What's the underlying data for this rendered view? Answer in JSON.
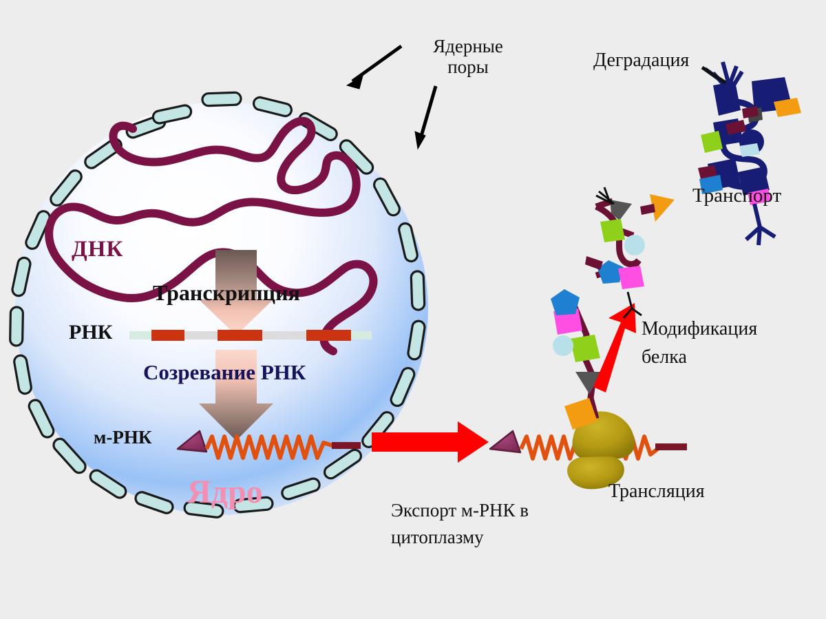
{
  "figure": {
    "title_semantic": "gene-expression-pathway",
    "background_color": "#ededed"
  },
  "nucleus": {
    "label": "Ядро",
    "label_color": "#f48fb1",
    "fill_center": "#ffffff",
    "fill_edge": "#7fb2f7",
    "pore_count": 28,
    "pore_fill": "#c3e5e3",
    "pore_stroke": "#1a1a1a"
  },
  "labels": {
    "nuclear_pores": "Ядерные\nпоры",
    "dna": "ДНК",
    "transcription": "Транскрипция",
    "rna": "РНК",
    "rna_maturation": "Созревание РНК",
    "mrna": "м-РНК",
    "nucleus": "Ядро",
    "mrna_export": "Экспорт м-РНК в\nцитоплазму",
    "degradation": "Деградация",
    "transport": "Транспорт",
    "protein_modification": "Модификация\nбелка",
    "translation": "Трансляция"
  },
  "colors": {
    "dna_strand": "#7a1246",
    "exon": "#cc3311",
    "intron": "#dcdcdc",
    "utr": "#d6ece0",
    "mrna_zigzag": "#e0500f",
    "mrna_cap": "#8e3163",
    "mrna_tail": "#7a1628",
    "ribosome": "#b49a14",
    "ribosome_dark": "#8f7c0a",
    "export_arrow": "#ff0000",
    "modification_arrow": "#ff0000",
    "arrow_grad_top": "#6d5a55",
    "arrow_grad_bottom": "#f7c9bc",
    "protein_backbone": "#6b1234",
    "protein_navy": "#171c75",
    "maturation_text": "#14135c",
    "pore_stroke": "#1a1a1a"
  },
  "rna_strand": {
    "name": "pre-mRNA",
    "segments": [
      {
        "type": "utr",
        "color": "#d6ece0",
        "length": 32
      },
      {
        "type": "exon",
        "color": "#cc3311",
        "length": 48
      },
      {
        "type": "intron",
        "color": "#dcdcdc",
        "length": 48
      },
      {
        "type": "exon",
        "color": "#cc3311",
        "length": 65
      },
      {
        "type": "intron",
        "color": "#dcdcdc",
        "length": 64
      },
      {
        "type": "exon",
        "color": "#cc3311",
        "length": 65
      },
      {
        "type": "utr",
        "color": "#d6ece0",
        "length": 30
      }
    ]
  },
  "protein_beads": [
    {
      "shape": "pentagon",
      "color": "#1f7fd0",
      "name": "blue-pentagon"
    },
    {
      "shape": "square",
      "color": "#ff4fe3",
      "name": "magenta-square"
    },
    {
      "shape": "circle",
      "color": "#b8e0ea",
      "name": "pale-cyan-circle"
    },
    {
      "shape": "square",
      "color": "#8fd11a",
      "name": "green-square"
    },
    {
      "shape": "triangle",
      "color": "#555555",
      "name": "gray-triangle"
    },
    {
      "shape": "square",
      "color": "#f39c12",
      "name": "orange-square"
    }
  ],
  "modified_protein_beads": [
    {
      "shape": "triangle",
      "color": "#f39c12",
      "name": "orange-triangle"
    },
    {
      "shape": "triangle",
      "color": "#555555",
      "name": "gray-arrow"
    },
    {
      "shape": "square",
      "color": "#8fd11a",
      "name": "green-square"
    },
    {
      "shape": "circle",
      "color": "#b8e0ea",
      "name": "pale-cyan-circle"
    },
    {
      "shape": "pentagon",
      "color": "#1f7fd0",
      "name": "blue-pentagon"
    },
    {
      "shape": "square",
      "color": "#ff4fe3",
      "name": "magenta-square"
    }
  ],
  "degraded_protein": {
    "fragment_color": "#171c75",
    "accent_colors": [
      "#f39c12",
      "#8fd11a",
      "#b8e0ea",
      "#1f7fd0",
      "#ff4fe3",
      "#555555"
    ]
  },
  "arrows": {
    "transcription": {
      "direction": "down",
      "gradient": [
        "#6d5a55",
        "#f7c9bc"
      ]
    },
    "maturation": {
      "direction": "down",
      "gradient": [
        "#f7c9bc",
        "#6d5a55"
      ]
    },
    "export": {
      "direction": "right",
      "color": "#ff0000"
    },
    "modification": {
      "direction": "up-right",
      "color": "#ff0000"
    },
    "pore_pointer_1": {
      "color": "#000000"
    },
    "pore_pointer_2": {
      "color": "#000000"
    }
  }
}
